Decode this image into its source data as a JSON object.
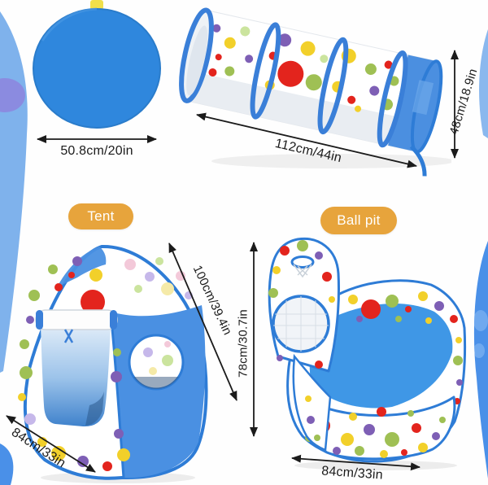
{
  "colors": {
    "disc_blue": "#2f87dd",
    "trim_blue": "#2e7cd6",
    "panel_blue": "#4a90e2",
    "pit_floor_blue": "#3f97e6",
    "wave_light_blue": "#7fb2ec",
    "wave_blue": "#4a90e8",
    "wave_purple": "#8b8be0",
    "badge_amber": "#e7a43c",
    "annotation_black": "#1b1b1b",
    "dot_red": "#e3241d",
    "dot_yellow": "#f2d02a",
    "dot_green": "#9fc054",
    "dot_purple": "#7e5fb5",
    "dot_pink": "#f3c9d9",
    "dot_lavender": "#c6b8ea",
    "dot_light_green": "#cbe49e"
  },
  "annotations": {
    "folded_tent": {
      "width": "50.8cm/20in"
    },
    "tunnel": {
      "length": "112cm/44in",
      "height": "48cm/18.9in"
    },
    "tent": {
      "badge": "Tent",
      "height": "100cm/39.4in",
      "width": "84cm/33in"
    },
    "ball_pit": {
      "badge": "Ball pit",
      "height": "78cm/30.7in",
      "width": "84cm/33in"
    }
  }
}
